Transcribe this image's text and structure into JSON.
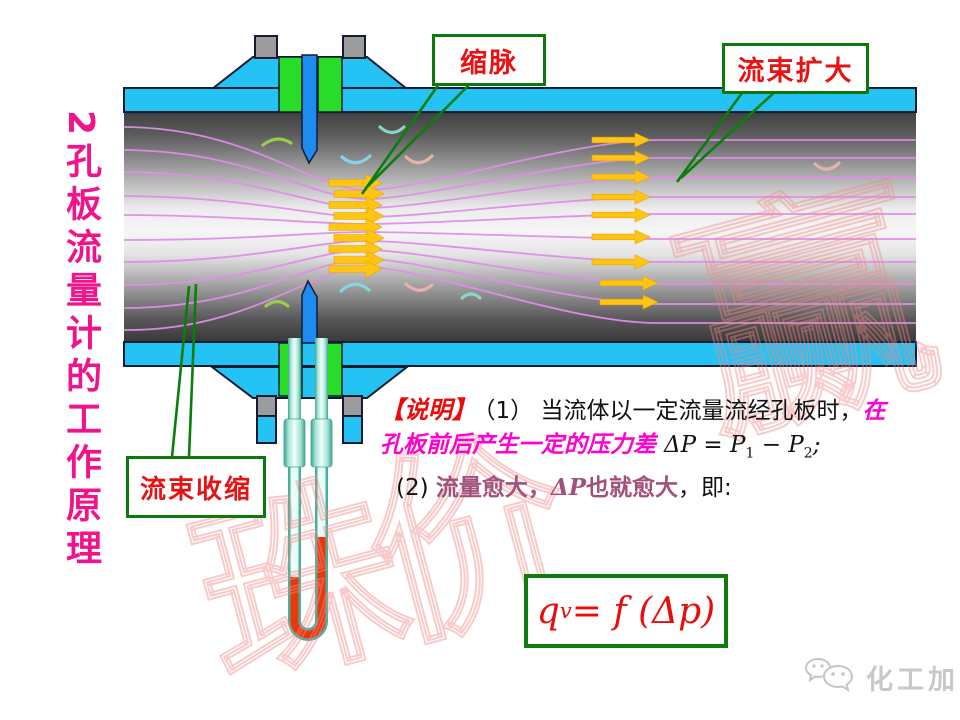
{
  "slide_title": {
    "text": "2孔板流量计的工作原理"
  },
  "callouts": {
    "vena_contracta": "缩脉",
    "jet_expand": "流束扩大",
    "jet_contract": "流束收缩"
  },
  "explanation": {
    "tag": "【说明】",
    "item1_black": "（1） 当流体以一定流量流经孔板时，",
    "item1_magenta": "在",
    "line2_magenta": "孔板前后产生一定的压力差 ",
    "math_1": "ΔP = P",
    "math_sub1": "1",
    "math_2": " − P",
    "math_sub2": "2",
    "math_end": ";",
    "item2_prefix": "(2) ",
    "item2_plum_a": "流量愈大，",
    "item2_plum_dp": "ΔP",
    "item2_plum_b": "也就愈大",
    "item2_suffix": "，即:"
  },
  "formula": {
    "q": "q",
    "sub": "v",
    "rest": " = f (Δp)"
  },
  "watermark": {
    "chars": [
      "珠",
      "价",
      "赢"
    ]
  },
  "logo": {
    "text": "化工加"
  },
  "colors": {
    "accent_green": "#0B7A0B",
    "label_red": "#E91212",
    "title_pink": "#F0148C",
    "magenta_text": "#FF00CE",
    "plum_text": "#A1527B",
    "pipe_cyan": "#25C3F4",
    "gasket_green": "#28DD28",
    "orifice_plate_blue": "#1C8CF0",
    "streamline_violet": "#DE8FE8",
    "arrow_gold": "#FFC414",
    "manometer_fluid_red": "#E8390B"
  }
}
